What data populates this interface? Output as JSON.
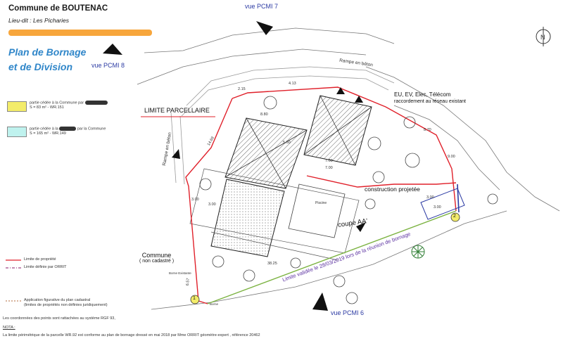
{
  "header": {
    "commune": "Commune  de  BOUTENAC",
    "lieu_dit": "Lieu-dit : Les Picharies",
    "plan_title_1": "Plan de Bornage",
    "plan_title_2": "et de Division"
  },
  "views": {
    "pcmi7": "vue PCMI 7",
    "pcmi8": "vue PCMI 8",
    "pcmi6": "vue PCMI 6"
  },
  "legend": {
    "yellow_line1": "partie cédée à la Commune par",
    "yellow_line2": "S = 83 m² - WR.151",
    "cyan_line1": "partie cédée à la",
    "cyan_line1b": "par la Commune",
    "cyan_line2": "S = 165 m² - WR.149",
    "limite_propriete": "Limite de propriété",
    "limite_orrit": "Limite définie par ORRIT",
    "cadastre_1": "Application figurative du plan cadastral",
    "cadastre_2": "(limites de propriétés non définies juridiquement)",
    "coords": "Les coordonnées des points sont rattachées au système RGF 93,",
    "note_label": "NOTA :",
    "note": "La limite périmétrique de la parcelle WR.92 est  conforme au plan de bornage dressé en mai 2018 par Mme ORRIT géomètre-expert , référence 20462",
    "yellow_color": "#f3ec6a",
    "cyan_color": "#bff2ee",
    "red_color": "#e0202a"
  },
  "labels": {
    "limite_parcellaire": "LIMITE PARCELLAIRE",
    "construction": "construction projetée",
    "coupe": "coupe AA'",
    "commune": "Commune",
    "non_cadastre": "( non cadastré )",
    "eu": "EU, EV, Elec, Télécom",
    "raccordement": "raccordement au réseau existant",
    "limite_validee": "Limite validée le 28/03/2019 lors de la réunion de bornage",
    "rampe_beton_top": "Rampe en béton",
    "rampe_beton_left": "Rampe en béton",
    "piscine": "Piscine",
    "borne_existante": "Borne Existante",
    "borne": "Borne",
    "point1": "1",
    "point2": "2"
  },
  "dimensions": {
    "d1": "3.00",
    "d2": "3.00",
    "d3": "5.60",
    "d4": "7.00",
    "d5": "7.00",
    "d6": "8.80",
    "d7": "4.13",
    "d8": "2.15",
    "d9": "8.70",
    "d10": "6.57",
    "d11": "9.00",
    "d12": "3.00",
    "d13": "3.00",
    "d14": "38.25",
    "d15": "14.69"
  }
}
